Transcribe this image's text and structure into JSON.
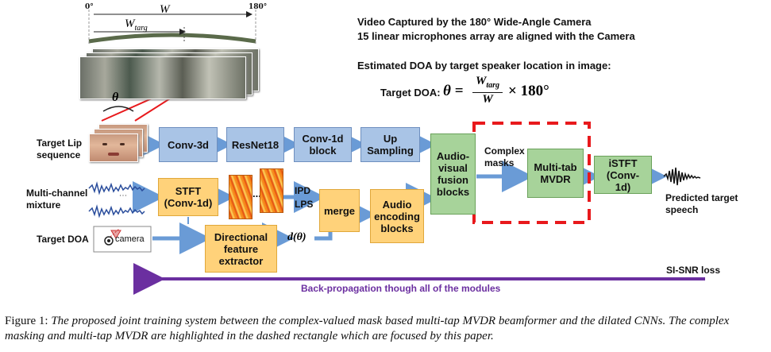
{
  "camera": {
    "deg0": "0°",
    "deg180": "180°",
    "w_label": "W",
    "wtarg_label": "W",
    "wtarg_sub": "targ",
    "theta": "θ"
  },
  "notes": {
    "line1": "Video Captured by the 180° Wide-Angle Camera",
    "line2": "15 linear microphones array are aligned with the Camera",
    "line3": "Estimated DOA by target speaker location in image:",
    "doa_prefix": "Target DOA:",
    "doa_lhs": "θ =",
    "frac_num": "W",
    "frac_num_sub": "targ",
    "frac_den": "W",
    "doa_rhs": "× 180°"
  },
  "inputs": {
    "lip": "Target Lip sequence",
    "mixture": "Multi-channel mixture",
    "doa": "Target DOA",
    "camera_icon": "camera"
  },
  "blocks": {
    "conv3d": "Conv-3d",
    "resnet": "ResNet18",
    "conv1d": "Conv-1d block",
    "upsampling": "Up Sampling",
    "fusion": "Audio-visual fusion blocks",
    "stft": "STFT (Conv-1d)",
    "dfe": "Directional feature extractor",
    "merge": "merge",
    "audio_enc": "Audio encoding blocks",
    "mvdr": "Multi-tab MVDR",
    "istft": "iSTFT (Conv-1d)"
  },
  "labels": {
    "complex_masks": "Complex masks",
    "ipd": "IPD",
    "lps": "LPS",
    "dtheta": "d(θ)",
    "dots": "...",
    "predicted": "Predicted target speech",
    "sisnr": "SI-SNR loss",
    "backprop": "Back-propagation though all of the modules"
  },
  "colors": {
    "blue_block": "#a9c4e6",
    "orange_block": "#ffd27a",
    "green_block": "#a7d39a",
    "dashed_rect": "#e8191c",
    "backprop_arrow": "#6b2fa0",
    "flow_arrow": "#6a9bd6"
  },
  "caption": {
    "prefix": "Figure 1:",
    "text": "The proposed joint training system between the complex-valued mask based multi-tap MVDR beamformer and the dilated CNNs. The complex masking and multi-tap MVDR are highlighted in the dashed rectangle which are focused by this paper."
  }
}
